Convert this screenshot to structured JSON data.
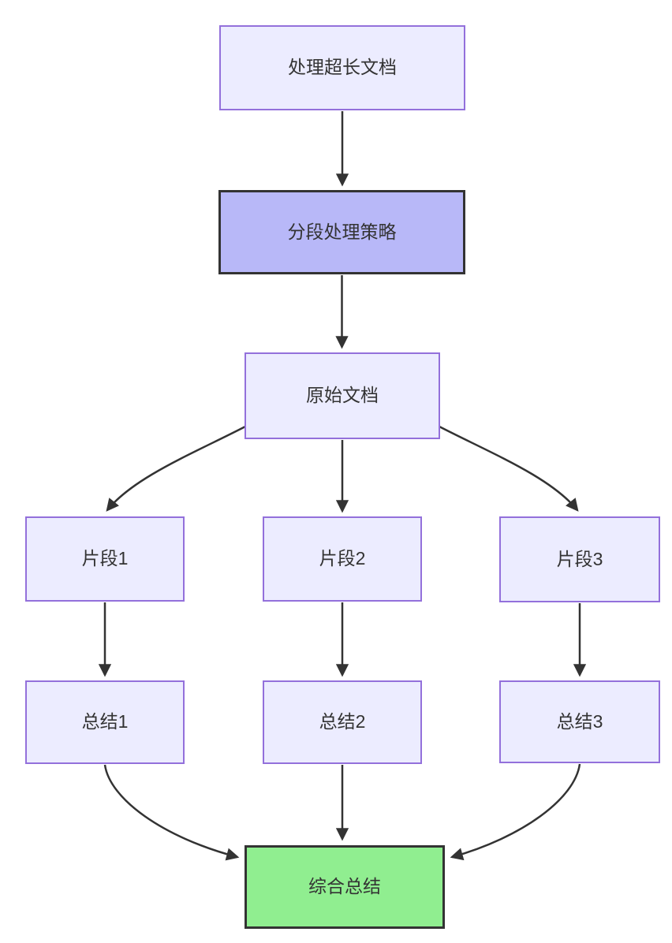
{
  "diagram": {
    "type": "flowchart",
    "direction": "top-down",
    "nodes": [
      {
        "id": "start",
        "label": "处理超长文档",
        "style": "lavender"
      },
      {
        "id": "strategy",
        "label": "分段处理策略",
        "style": "highlight-purple"
      },
      {
        "id": "doc",
        "label": "原始文档",
        "style": "lavender"
      },
      {
        "id": "seg1",
        "label": "片段1",
        "style": "lavender"
      },
      {
        "id": "seg2",
        "label": "片段2",
        "style": "lavender"
      },
      {
        "id": "seg3",
        "label": "片段3",
        "style": "lavender"
      },
      {
        "id": "sum1",
        "label": "总结1",
        "style": "lavender"
      },
      {
        "id": "sum2",
        "label": "总结2",
        "style": "lavender"
      },
      {
        "id": "sum3",
        "label": "总结3",
        "style": "lavender"
      },
      {
        "id": "final",
        "label": "综合总结",
        "style": "success-green"
      }
    ],
    "edges": [
      {
        "from": "处理超长文档",
        "to": "分段处理策略"
      },
      {
        "from": "分段处理策略",
        "to": "原始文档"
      },
      {
        "from": "原始文档",
        "to": "片段1"
      },
      {
        "from": "原始文档",
        "to": "片段2"
      },
      {
        "from": "原始文档",
        "to": "片段3"
      },
      {
        "from": "片段1",
        "to": "总结1"
      },
      {
        "from": "片段2",
        "to": "总结2"
      },
      {
        "from": "片段3",
        "to": "总结3"
      },
      {
        "from": "总结1",
        "to": "综合总结"
      },
      {
        "from": "总结2",
        "to": "综合总结"
      },
      {
        "from": "总结3",
        "to": "综合总结"
      }
    ],
    "colors": {
      "background": "#FFFFFF",
      "node_fill": "#ECECFF",
      "node_border": "#9370DB",
      "highlight_fill": "#B8B8F8",
      "highlight_border": "#333333",
      "success_fill": "#90EE90",
      "success_border": "#333333",
      "edge_stroke": "#333333",
      "text": "#333333"
    }
  }
}
